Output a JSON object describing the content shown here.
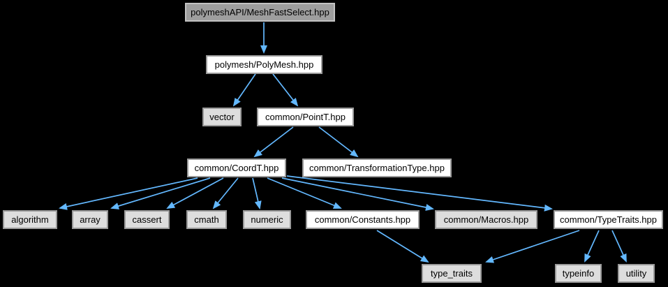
{
  "graph": {
    "type": "include-dependency-graph",
    "background_color": "#000000",
    "edge_color": "#63b8ff",
    "node_border_color": "#9a9a9a",
    "root_node_fill": "#9e9e9e",
    "external_node_fill": "#dddddd",
    "documented_node_fill": "#ffffff",
    "nodes": [
      {
        "label": "polymeshAPI/MeshFastSelect.hpp",
        "kind": "root"
      },
      {
        "label": "polymesh/PolyMesh.hpp",
        "kind": "documented"
      },
      {
        "label": "vector",
        "kind": "external"
      },
      {
        "label": "common/PointT.hpp",
        "kind": "documented"
      },
      {
        "label": "common/CoordT.hpp",
        "kind": "documented"
      },
      {
        "label": "common/TransformationType.hpp",
        "kind": "documented"
      },
      {
        "label": "algorithm",
        "kind": "external"
      },
      {
        "label": "array",
        "kind": "external"
      },
      {
        "label": "cassert",
        "kind": "external"
      },
      {
        "label": "cmath",
        "kind": "external"
      },
      {
        "label": "numeric",
        "kind": "external"
      },
      {
        "label": "common/Constants.hpp",
        "kind": "documented"
      },
      {
        "label": "common/Macros.hpp",
        "kind": "external"
      },
      {
        "label": "common/TypeTraits.hpp",
        "kind": "documented"
      },
      {
        "label": "type_traits",
        "kind": "external"
      },
      {
        "label": "typeinfo",
        "kind": "external"
      },
      {
        "label": "utility",
        "kind": "external"
      }
    ],
    "edges": [
      {
        "from": "polymeshAPI/MeshFastSelect.hpp",
        "to": "polymesh/PolyMesh.hpp"
      },
      {
        "from": "polymesh/PolyMesh.hpp",
        "to": "vector"
      },
      {
        "from": "polymesh/PolyMesh.hpp",
        "to": "common/PointT.hpp"
      },
      {
        "from": "common/PointT.hpp",
        "to": "common/CoordT.hpp"
      },
      {
        "from": "common/PointT.hpp",
        "to": "common/TransformationType.hpp"
      },
      {
        "from": "common/CoordT.hpp",
        "to": "algorithm"
      },
      {
        "from": "common/CoordT.hpp",
        "to": "array"
      },
      {
        "from": "common/CoordT.hpp",
        "to": "cassert"
      },
      {
        "from": "common/CoordT.hpp",
        "to": "cmath"
      },
      {
        "from": "common/CoordT.hpp",
        "to": "numeric"
      },
      {
        "from": "common/CoordT.hpp",
        "to": "common/Constants.hpp"
      },
      {
        "from": "common/CoordT.hpp",
        "to": "common/Macros.hpp"
      },
      {
        "from": "common/CoordT.hpp",
        "to": "common/TypeTraits.hpp"
      },
      {
        "from": "common/Constants.hpp",
        "to": "type_traits"
      },
      {
        "from": "common/TypeTraits.hpp",
        "to": "type_traits"
      },
      {
        "from": "common/TypeTraits.hpp",
        "to": "typeinfo"
      },
      {
        "from": "common/TypeTraits.hpp",
        "to": "utility"
      }
    ]
  }
}
